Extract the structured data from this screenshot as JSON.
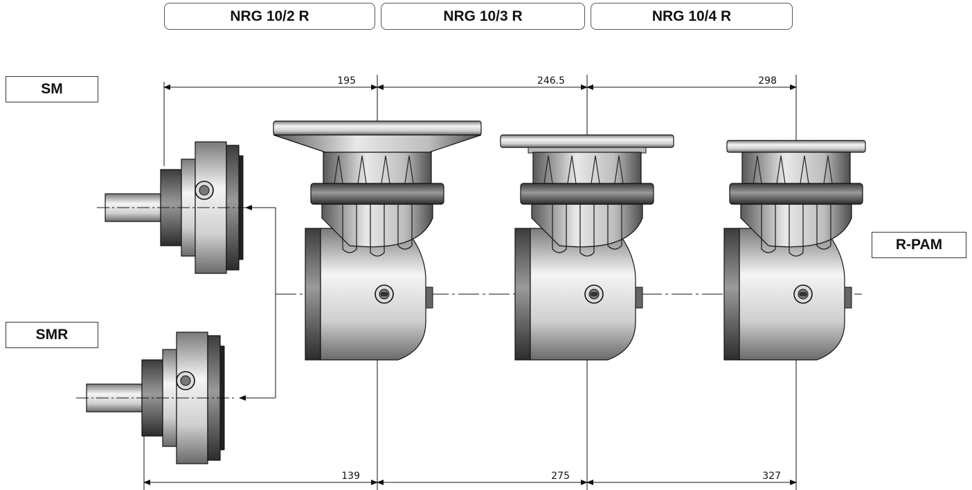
{
  "models": [
    {
      "label": "NRG 10/2 R"
    },
    {
      "label": "NRG 10/3 R"
    },
    {
      "label": "NRG 10/4 R"
    }
  ],
  "inputs": {
    "sm": "SM",
    "smr": "SMR",
    "rpam": "R-PAM"
  },
  "dimensions": {
    "top": [
      "195",
      "246.5",
      "298"
    ],
    "bottom": [
      "139",
      "275",
      "327"
    ]
  },
  "colors": {
    "line": "#111111",
    "metal_dark": "#4a4a4a",
    "metal_light": "#f2f2f2"
  }
}
